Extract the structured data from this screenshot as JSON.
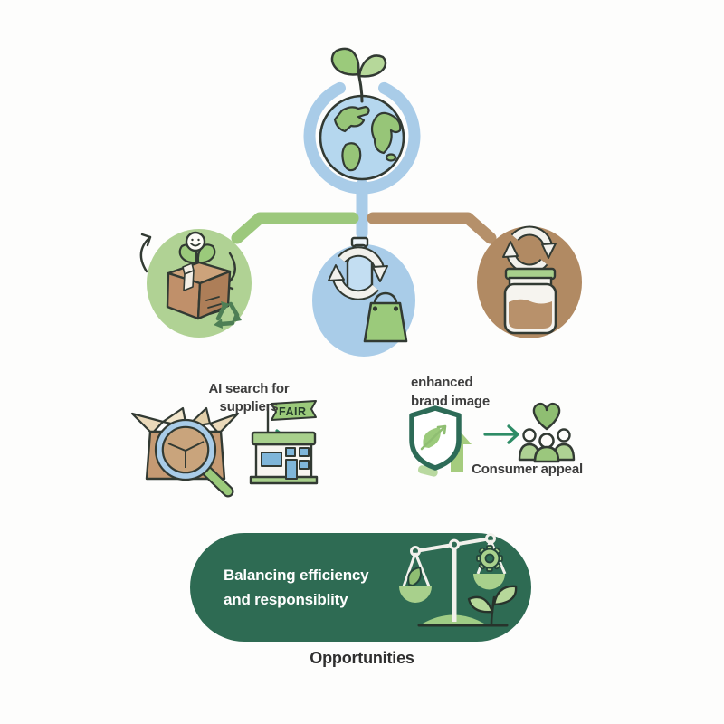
{
  "labels": {
    "suppliers": "AI search for suppliers",
    "brand_image": "enhanced\nbrand image",
    "consumer": "Consumer appeal",
    "fair_flag": "FAIR",
    "pill": "Balancing efficiency\nand responsiblity",
    "opportunities": "Opportunities"
  },
  "icons": {
    "top": "globe-with-sprout-in-blue-ring",
    "left_circle": "box-with-growing-plant-and-recycle-arrows",
    "middle_circle": "recycled-bottle-with-shopping-bag",
    "right_circle": "reuse-arrows-with-glass-jar",
    "annotation_left": "magnifier-over-open-box, arrow, fair-trade-storefront",
    "annotation_right": "eco-shield-with-up-arrow, arrow, people-with-heart",
    "pill": "balance-scale-leaf-vs-gear-with-plant"
  },
  "colors": {
    "ringBlue": "#a9cce8",
    "circleGreen": "#b0d294",
    "circleBrown": "#b18a63",
    "connGreen": "#9cc87c",
    "connBrown": "#b5906a",
    "pillGreen": "#2e6b53",
    "arrowGreen": "#2e8c66",
    "leafGreen": "#9bca7b",
    "lightGreen": "#a8d08c",
    "paleGreen": "#b6d89a",
    "heartGreen": "#8fbe72",
    "oceanBlue": "#b5d7ee",
    "continentGreen": "#97c578",
    "boxBrown": "#c0906a",
    "boxTop": "#cda37b",
    "boxSide": "#ad7e58",
    "flapTan": "#ead9ba",
    "windowBlue": "#7fb6d9",
    "jarWhite": "#f6f4ef",
    "jarBrown": "#b8916b",
    "bottleBlue": "#c3def2",
    "shieldGreen": "#2d6b57",
    "outline": "#323a33",
    "textDark": "#3d3d3d",
    "whiteInk": "#f2f1ec"
  }
}
